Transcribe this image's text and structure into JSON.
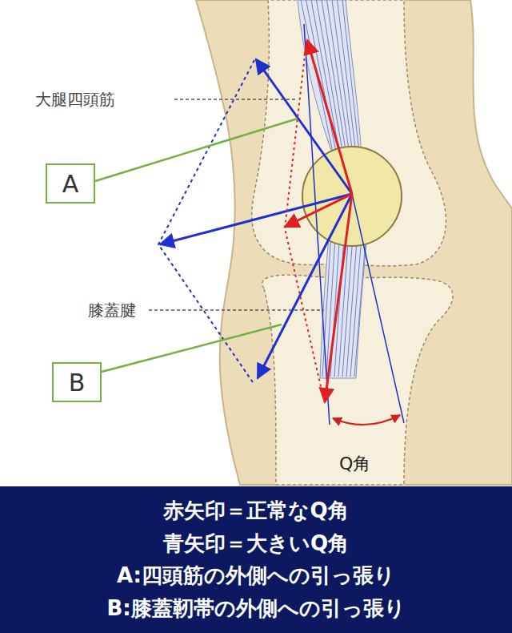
{
  "diagram": {
    "nodes": [
      {
        "text": [
          "A"
        ]
      },
      {
        "text": [
          "B"
        ]
      },
      {
        "text": [
          "赤矢印＝正常なQ角",
          "青矢印＝大きいQ角",
          "A:四頭筋の外側への引っ張り",
          "B:膝蓋靭帯の外側への引っ張り"
        ]
      }
    ],
    "labels": [
      "大腿四頭筋",
      "膝蓋腱",
      "Q角"
    ]
  }
}
